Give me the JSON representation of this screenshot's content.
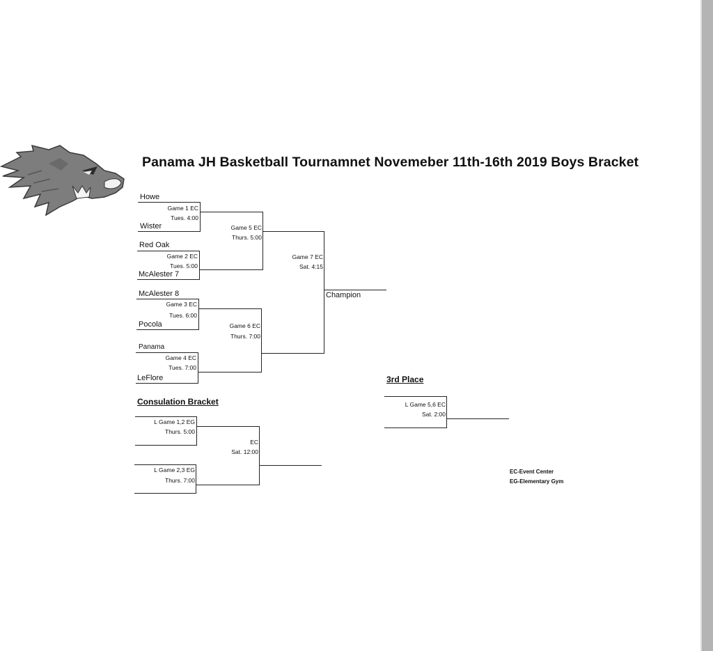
{
  "title": "Panama JH Basketball Tournamnet Novemeber 11th-16th  2019    Boys Bracket",
  "teams": {
    "howe": "Howe",
    "wister": "Wister",
    "red_oak": "Red Oak",
    "mcalester7": "McAlester 7",
    "mcalester8": "McAlester 8",
    "pocola": "Pocola",
    "panama": "Panama",
    "leflore": "LeFlore"
  },
  "games": {
    "g1": {
      "name": "Game 1 EC",
      "time": "Tues. 4:00"
    },
    "g2": {
      "name": "Game 2 EC",
      "time": "Tues. 5:00"
    },
    "g3": {
      "name": "Game 3 EC",
      "time": "Tues. 6:00"
    },
    "g4": {
      "name": "Game 4 EC",
      "time": "Tues. 7:00"
    },
    "g5": {
      "name": "Game 5 EC",
      "time": "Thurs. 5:00"
    },
    "g6": {
      "name": "Game 6 EC",
      "time": "Thurs. 7:00"
    },
    "g7": {
      "name": "Game 7 EC",
      "time": "Sat. 4:15"
    }
  },
  "champion": "Champion",
  "consolation": {
    "title": "Consulation Bracket",
    "c1": {
      "name": "L Game 1,2 EG",
      "time": "Thurs. 5:00"
    },
    "c2": {
      "name": "L Game 2,3 EG",
      "time": "Thurs. 7:00"
    },
    "final": {
      "name": "EC",
      "time": "Sat. 12:00"
    }
  },
  "third_place": {
    "title": "3rd Place",
    "name": "L Game 5,6 EC",
    "time": "Sat. 2:00"
  },
  "legend": [
    "EC-Event Center",
    "EG-Elementary Gym"
  ],
  "logo_icon": "boar-mascot-icon"
}
